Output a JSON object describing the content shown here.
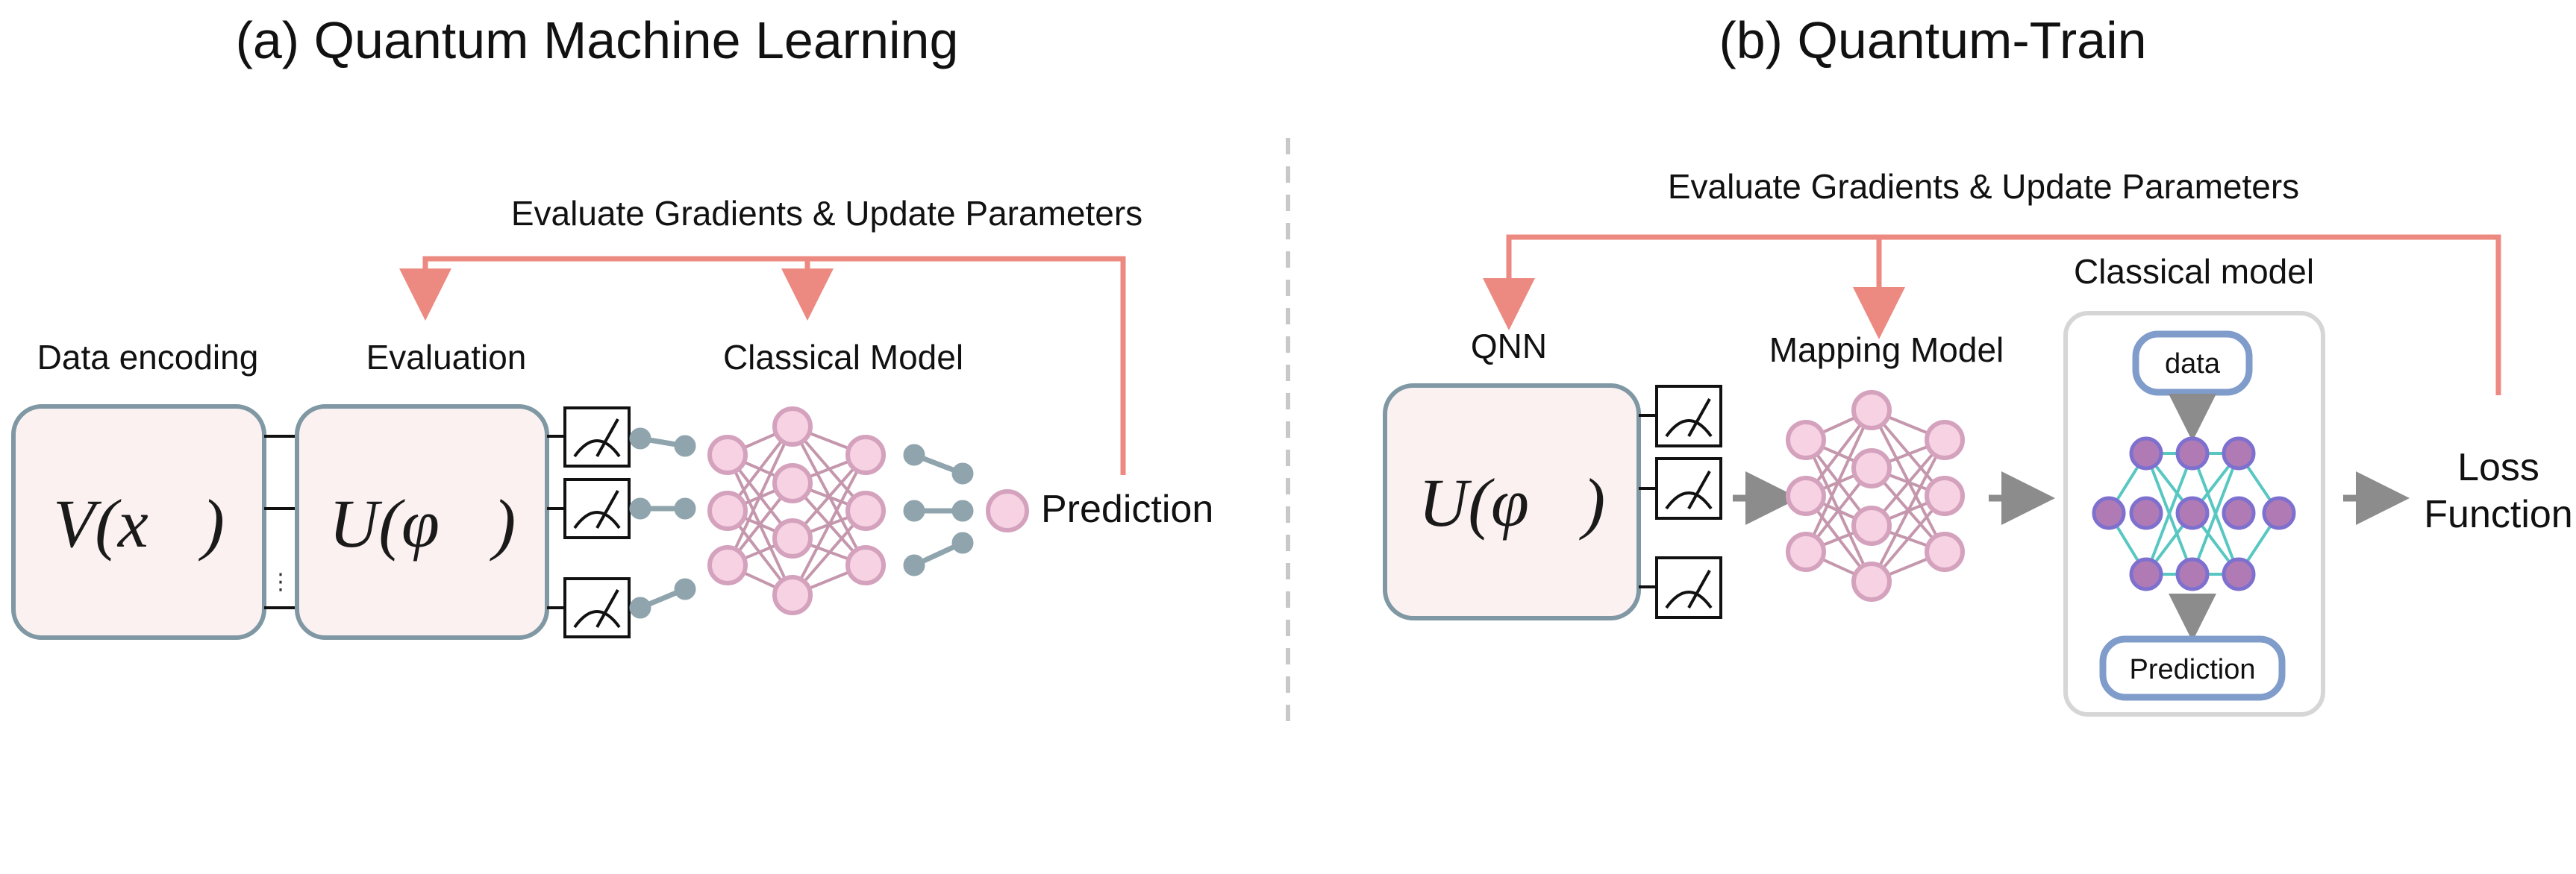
{
  "panel_a": {
    "title": "(a) Quantum Machine Learning",
    "feedback_label": "Evaluate Gradients & Update Parameters",
    "data_encoding_label": "Data encoding",
    "evaluation_label": "Evaluation",
    "classical_model_label": "Classical Model",
    "encoding_operator": "V(x⃗)",
    "evaluation_operator": "U(φ⃗)",
    "prediction_label": "Prediction",
    "wire_ellipsis": "⋮"
  },
  "panel_b": {
    "title": "(b) Quantum-Train",
    "feedback_label": "Evaluate Gradients & Update Parameters",
    "qnn_label": "QNN",
    "mapping_model_label": "Mapping Model",
    "classical_model_label": "Classical model",
    "qnn_operator": "U(φ⃗)",
    "data_node": "data",
    "prediction_node": "Prediction",
    "loss_label_line1": "Loss",
    "loss_label_line2": "Function"
  },
  "colors": {
    "feedback_arrow": "#ec8a82",
    "box_fill": "#fcf1f1",
    "box_stroke": "#7f98a3",
    "nn_node_fill": "#f6d2e3",
    "nn_node_stroke": "#d4a2bd",
    "nn_edge": "#c597ad",
    "wire_dot": "#8fa4ad",
    "classical_node_fill": "#b07bb5",
    "classical_node_stroke": "#7e70cf",
    "classical_edge": "#58c7c2",
    "rounded_box_stroke": "#7f9ccb",
    "container_stroke": "#d6d6d6",
    "flow_arrow": "#8c8c8c",
    "divider": "#c8c8c8"
  }
}
